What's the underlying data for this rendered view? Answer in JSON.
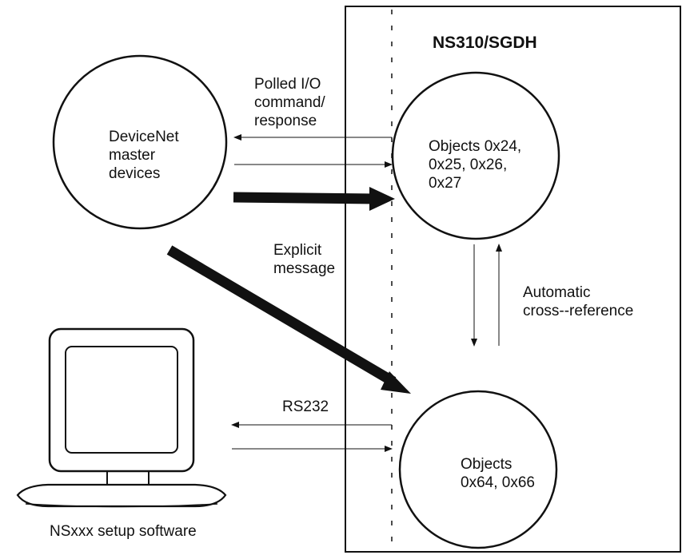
{
  "device_title": "NS310/SGDH",
  "master": {
    "label": "DeviceNet\nmaster\ndevices"
  },
  "objects_top": {
    "label": "Objects 0x24,\n0x25, 0x26,\n0x27"
  },
  "objects_bottom": {
    "label": "Objects\n0x64, 0x66"
  },
  "polled_io": {
    "label": "Polled I/O\ncommand/\nresponse"
  },
  "explicit": {
    "label": "Explicit\nmessage"
  },
  "cross_ref": {
    "label": "Automatic\ncross--reference"
  },
  "rs232": {
    "label": "RS232"
  },
  "setup": {
    "label": "NSxxx setup software"
  },
  "icons": {
    "computer": "computer-monitor-icon"
  },
  "colors": {
    "ink": "#111111",
    "background": "#ffffff"
  }
}
